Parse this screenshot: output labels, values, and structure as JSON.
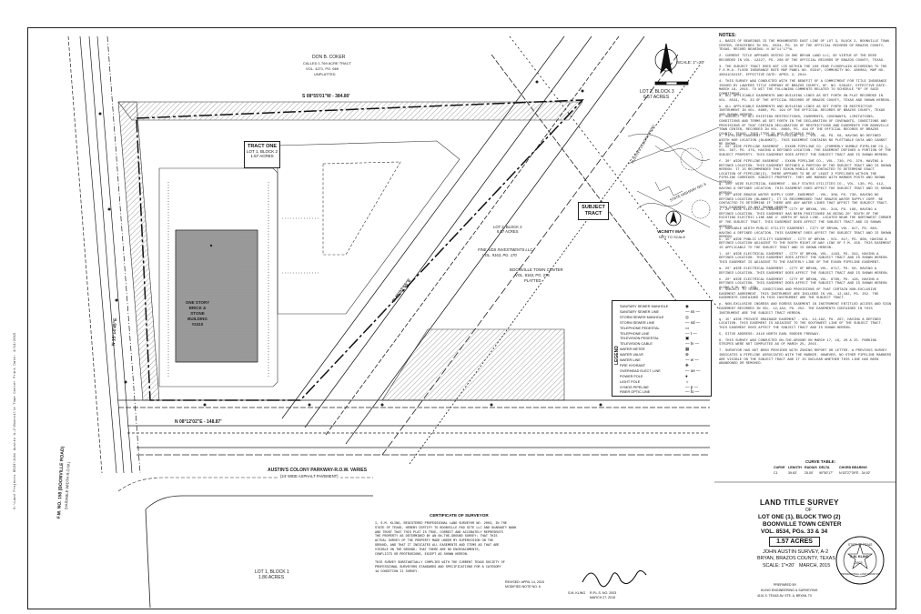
{
  "survey": {
    "title": "LAND TITLE SURVEY",
    "of": "OF",
    "lot_line1": "LOT ONE (1), BLOCK TWO (2)",
    "lot_line2": "BOONVILLE TOWN CENTER",
    "vol_line": "VOL. 8534, PGs. 33 & 34",
    "acres_box": "1.57 ACRES",
    "survey_name": "JOHN AUSTIN SURVEY, A-2",
    "county": "BRYAN, BRAZOS COUNTY, TEXAS",
    "scale": "SCALE: 1\"=20'",
    "date": "MARCH, 2015",
    "prepared_by": "PREPARED BY",
    "firm": "KLING ENGINEERING & SURVEYING",
    "firm_address": "4101 S. TEXAS AV. STE. A, BRYAN, TX"
  },
  "seal": {
    "state": "STATE OF TEXAS",
    "name": "S.M. KLING",
    "number": "2003",
    "role": "PROFESSIONAL LAND SURVEYOR"
  },
  "signature": {
    "name": "S.M. KLING",
    "rpls": "R.P.L.S. NO. 2003",
    "date": "MARCH 27, 2015"
  },
  "revised": {
    "revised": "REVISED: APRIL 14, 2015",
    "modified": "MODIFIED NOTE NO. 6"
  },
  "certificate": {
    "title": "CERTIFICATE OF SURVEYOR",
    "lines": [
      "I, S.M. KLING, REGISTERED PROFESSIONAL LAND SURVEYOR NO. 2003, IN THE",
      "STATE OF TEXAS, HEREBY CERTIFY TO BOONVILLE PAD SITE LLC AND GUARANTY BANK",
      "AND TRUST THAT THIS PLAT IS TRUE, CORRECT AND ACCURATELY REPRESENTS",
      "THE PROPERTY AS DETERMINED BY AN ON-THE-GROUND SURVEY; THAT THIS",
      "ACTUAL SURVEY OF THE PROPERTY MADE UNDER MY SUPERVISION ON THE",
      "GROUND, AND THAT IT INDICATES ALL EASEMENTS AND ITEMS AS THAT ARE",
      "VISIBLE ON THE GROUND; THAT THERE ARE NO ENCROACHMENTS,",
      "CONFLICTS OR PROTRUSIONS, EXCEPT AS SHOWN HEREON.",
      "",
      "THIS SURVEY SUBSTANTIALLY COMPLIES WITH THE CURRENT TEXAS SOCIETY OF",
      "PROFESSIONAL SURVEYORS STANDARDS AND SPECIFICATIONS FOR A CATEGORY",
      "1A CONDITION II SURVEY."
    ]
  },
  "curve_table": {
    "title": "CURVE TABLE:",
    "headers": [
      "CURVE",
      "LENGTH",
      "RADIUS",
      "DELTA",
      "CHORD BEARING"
    ],
    "rows": [
      [
        "C1",
        "39.63'",
        "25.00'",
        "90°50'17\"",
        "N 53°27'39\"E - 34.92'"
      ]
    ]
  },
  "notes_title": "NOTES:",
  "notes": [
    "1. BASIS OF BEARINGS IS THE MONUMENTED EAST LINE OF LOT 3, BLOCK 2, BOONVILLE TOWN CENTER, DESCRIBED IN VOL. 8534, PG. 33 OF THE OFFICIAL RECORDS OF BRAZOS COUNTY, TEXAS. RECORD BEARING: N 36°11'17\"W.",
    "2. CURRENT TITLE APPEARS VESTED IN SHE BRYAN LAND LLC, BY VIRTUE OF THE DEED RECORDED IN VOL. 12227, PG. 208 OF THE OFFICIAL RECORDS OF BRAZOS COUNTY, TEXAS.",
    "3. THE SUBJECT TRACT DOES NOT LIE WITHIN THE 100 YEAR FLOODPLAIN ACCORDING TO THE F.E.M.A. FLOOD INSURANCE RATE MAP PANEL NO. 0331F, COMMUNITY NO. 480082, MAP NO. 48041C0215F, EFFECTIVE DATE: APRIL 2, 2014.",
    "4. THIS SURVEY WAS CONDUCTED WITH THE BENEFIT OF A COMMITMENT FOR TITLE INSURANCE ISSUED BY LAWYERS TITLE COMPANY OF BRAZOS COUNTY, GF. NO. 538187, EFFECTIVE DATE: MARCH 18, 2015. TO WIT THE FOLLOWING COMMENTS RELATED TO SCHEDULE \"B\" OF SAID COMMITMENT:",
    "a. ALL APPLICABLE EASEMENTS AND BUILDING LINES AS SET FORTH ON PLAT RECORDED IN VOL. 8534, PG. 33 OF THE OFFICIAL RECORDS OF BRAZOS COUNTY, TEXAS AND SHOWN HEREON.",
    "b. ALL APPLICABLE EASEMENTS AND BUILDING LINES AS SET FORTH IN RESTRICTIVE INSTRUMENT IN VOL. 8660, PG. 194 OF THE OFFICIAL RECORDS OF BRAZOS COUNTY, TEXAS AND SHOWN HEREON.",
    "c. SUBJECT TO ALL EXISTING RESTRICTIONS, EASEMENTS, COVENANTS, LIMITATIONS, CONDITIONS AND TERMS AS SET FORTH IN THE DECLARATION OF COVENANTS, CONDITIONS AND PROVISIONS OF THAT CERTAIN DECLARATION OF RESTRICTIONS AND EASEMENTS FOR BOONVILLE TOWN CENTER, RECORDED IN VOL. 8660, PG. 194 OF THE OFFICIAL RECORDS OF BRAZOS COUNTY, TEXAS. THIS ITEM IS NOT PLOTTABLE DATA.",
    "d. PIPELINE EASEMENT - HUMBLE PIPELINE CO., VOL. 48, PG. 58, HAVING NO DEFINED WIDTH NOR LOCATION (BLANKET). THIS EASEMENT CONTAINS NO PLOTTABLE DATA AND CANNOT BE SHOWN.",
    "e. 50' WIDE PIPELINE EASEMENT - EXXON PIPELINE CO. (FORMERLY HUMBLE PIPELINE CO.), VOL. 367, PG. 476, HAVING A DEFINED LOCATION. THE EASEMENT DEFINES A PORTION OF THE SUBJECT PROPERTY. THIS EASEMENT DOES AFFECT THE SUBJECT TRACT AND IS SHOWN HEREON.",
    "f. 30' WIDE PIPELINE EASEMENT - EXXON PIPELINE CO., VOL. 730, PG. 370, HAVING A DEFINED LOCATION. THIS EASEMENT DEFINES A PORTION OF THE SUBJECT TRACT AND IS SHOWN HEREON. IT IS RECOMMENDED THAT EXXON MOBILE BE CONTACTED TO DETERMINE EXACT LOCATION OF PIPELINE(S). THERE APPEARS TO BE AT LEAST 3 PIPELINES WITHIN THE PIPELINE CORRIDOR. SUBJECT PROPERTY. THEY ARE MARKED WITH MARKER POSTS AND SHOWN HEREON.",
    "g. 100' WIDE ELECTRICAL EASEMENT - GULF STATES UTILITIES CO., VOL. 130, PG. 412, HAVING A DEFINED LOCATION. THIS EASEMENT DOES AFFECT THE SUBJECT TRACT AND IS SHOWN HEREON.",
    "h. 20' WIDE BRAZOS WATER SUPPLY CORP. EASEMENT - VOL. 306, PG. 730, HAVING NO DEFINED LOCATION (BLANKET). IT IS RECOMMENDED THAT BRAZOS WATER SUPPLY CORP. BE CONTACTED TO DETERMINE IF THERE ARE ANY WATER LINES THAT AFFECT THE SUBJECT TRACT. THIS EASEMENT IS NOT SHOWN HEREON.",
    "i. 20' WIDE ELECTRICAL EASEMENT - CITY OF BRYAN, VOL. 316, PG. 188, HAVING A DEFINED LOCATION. THIS EASEMENT HAS BEEN POSITIONED AS BEING 20' SOUTH OF THE EXISTING ELECTRIC LINE AND 4' NORTH OF SAID LINE. LOCATED NEAR THE NORTHWEST CORNER OF THE SUBJECT TRACT. THIS EASEMENT DOES AFFECT THE SUBJECT TRACT AND IS SHOWN HEREON.",
    "j. VARIABLE WIDTH PUBLIC UTILITY EASEMENT - CITY OF BRYAN, VOL. 817, PG. 804, HAVING A DEFINED LOCATION. THIS EASEMENT DOES AFFECT THE SUBJECT TRACT AND IS SHOWN HEREON.",
    "k. 15' WIDE PUBLIC UTILITY EASEMENT - CITY OF BRYAN - VOL. 817, PG. 808, HAVING A DEFINED LOCATION ADJACENT TO THE SOUTH RIGHT-OF-WAY LINE OF F.M. 158. THIS EASEMENT IS APPLICABLE TO THE SUBJECT TRACT AND IS SHOWN HEREON.",
    "l. 10' WIDE ELECTRICAL EASEMENT - CITY OF BRYAN, VOL. 1163, PG. 342, HAVING A DEFINED LOCATION. THIS EASEMENT DOES AFFECT THE SUBJECT TRACT AND IS SHOWN HEREON. THIS EASEMENT IS ADJACENT TO THE EASTERLY LINE OF THE EXXON PIPELINE EASEMENT.",
    "m. 20' WIDE ELECTRICAL EASEMENT - CITY OF BRYAN, VOL. 8717, PG. 50, HAVING A DEFINED LOCATION. THIS EASEMENT DOES AFFECT THE SUBJECT TRACT AND IS SHOWN HEREON.",
    "n. 20' WIDE ELECTRICAL EASEMENT - CITY OF BRYAN, VOL. 8760, PG. 128, HAVING A DEFINED LOCATION. THIS EASEMENT DOES AFFECT THE SUBJECT TRACT AND IS SHOWN HEREON ALONG F.M. NO. 158.",
    "o. SUBJECT TO TERMS, CONDITIONS AND PROVISIONS OF THAT CERTAIN NON-EXCLUSIVE EASEMENT AGREEMENT. THIS INSTRUMENT ARE INCLUDED IN VOL. 12,182, PG. 252. THE EASEMENTS CONTAINED IN THIS INSTRUMENT ARE THE SUBJECT TRACT.",
    "p. NON-EXCLUSIVE INGRESS AND EGRESS EASEMENT IN INSTRUMENT ENTITLED ACCESS AND SIGN EASEMENT RECORDED IN VOL. 12,182, PG. 252. THE EASEMENTS CONTAINED IN THIS INSTRUMENT ARE THE SUBJECT TRACT HEREON.",
    "q. 15' WIDE PRIVATE DRAINAGE EASEMENT - VOL. 12,182, PG. 267, HAVING A DEFINED LOCATION. THIS EASEMENT IS ADJACENT TO THE SOUTHWEST LINE OF THE SUBJECT TRACT. THIS EASEMENT DOES AFFECT THE SUBJECT TRACT AND IS SHOWN HEREON.",
    "5. SITUS ADDRESS: 2410 NORTH EARL RUDDER FREEWAY.",
    "6. THIS SURVEY WAS CONDUCTED ON-THE-GROUND ON MARCH 17, 18, 20 & 25. PARKING STRIPES WERE NOT COMPLETED AS OF MARCH 25, 2015.",
    "7. SURVEYOR HAS NOT BEEN PROVIDED WITH ZONING REPORT OR LETTER. A PREVIOUS SURVEY INDICATES A PIPELINE ASSOCIATED WITH THE MARKER. HOWEVER, NO OTHER PIPELINE MARKERS ARE VISIBLE ON THE SUBJECT TRACT AND IT IS UNCLEAR WHETHER THIS LINE HAS BEEN ABANDONED OR REMOVED."
  ],
  "legend": {
    "title": "LEGEND",
    "items": [
      {
        "label": "SANITARY SEWER MANHOLE",
        "sym": "◉"
      },
      {
        "label": "SANITARY SEWER LINE",
        "sym": "— ss —"
      },
      {
        "label": "STORM SEWER MANHOLE",
        "sym": "◎"
      },
      {
        "label": "STORM SEWER LINE",
        "sym": "— sd —"
      },
      {
        "label": "TELEPHONE PEDESTAL",
        "sym": "▭"
      },
      {
        "label": "TELEPHONE LINE",
        "sym": "— t —"
      },
      {
        "label": "TELEVISION PEDESTAL",
        "sym": "▣"
      },
      {
        "label": "TELEVISION CABLE",
        "sym": "— tv —"
      },
      {
        "label": "WATER METER",
        "sym": "▦"
      },
      {
        "label": "WATER VALVE",
        "sym": "⊗"
      },
      {
        "label": "WATER LINE",
        "sym": "— w —"
      },
      {
        "label": "FIRE HYDRANT",
        "sym": "✥"
      },
      {
        "label": "OVERHEAD ELECT. LINE",
        "sym": "— oe —"
      },
      {
        "label": "POWER POLE",
        "sym": "●"
      },
      {
        "label": "LIGHT POLE",
        "sym": "☼"
      },
      {
        "label": "XYMOS PIPELINE",
        "sym": "— p —"
      },
      {
        "label": "FIBER OPTIC LINE",
        "sym": "— fo —"
      }
    ]
  },
  "map": {
    "tract_one": "TRACT ONE",
    "tract_lot": "LOT 1, BLOCK 2",
    "tract_acres": "1.57 ACRES",
    "building": "ONE STORY BRICK & STONE BUILDING #2410",
    "north_bearing": "S 08°55'01\"W - 384.80'",
    "south_bearing": "N 08°12'02\"E - 148.87'",
    "west_bearing": "N 15°14'45\"E",
    "diag_bearing": "N 40°02'55\"E",
    "don_label": "DON B. COKER",
    "don_sub": "CALLED 1.769 ACRE TRACT",
    "don_vol": "VOL. 4271, PG. 669",
    "don_unplat": "UNPLATTED",
    "lot2": "LOT 2, BLOCK 3",
    "lot2_acres": "6.57 ACRES",
    "lot3": "LOT 2, BLOCK 2",
    "lot3_acres": "6.57 ACRES",
    "boon": "BOONVILLE TOWN CENTER",
    "boon_vol": "VOL. 8163, PG. 276",
    "boon_plat": "PLATTED",
    "fine": "FINE AIDS INVESTMENTS LLC",
    "fine_vol": "VOL. 9163, PG. 170",
    "fm158": "F.M. NO. 158 (BOONVILLE ROAD)",
    "fm_row": "(VARIABLE WIDTH R.O.W.)",
    "austins": "AUSTIN'S COLONY PARKWAY-R.O.W. VARIES",
    "austins_sub": "(24' WIDE ASPHALT PAVEMENT)",
    "lot1": "LOT 1, BLOCK 1",
    "lot1_acres": "1.86 ACRES",
    "scale_top": "SCALE: 1\"=20'",
    "subject": "SUBJECT",
    "subject2": "TRACT",
    "vicinity": "VICINITY MAP",
    "vicinity2": "NOT TO SCALE",
    "state_hwy": "STATE HIGHWAY NO. 6",
    "austins_col": "AUSTIN'S COLONY PKWY",
    "side_text": "K:\\Land Projects 8534\\John Austin A-2\\Boonville Town Center  Print Date: 4/14/2015"
  }
}
